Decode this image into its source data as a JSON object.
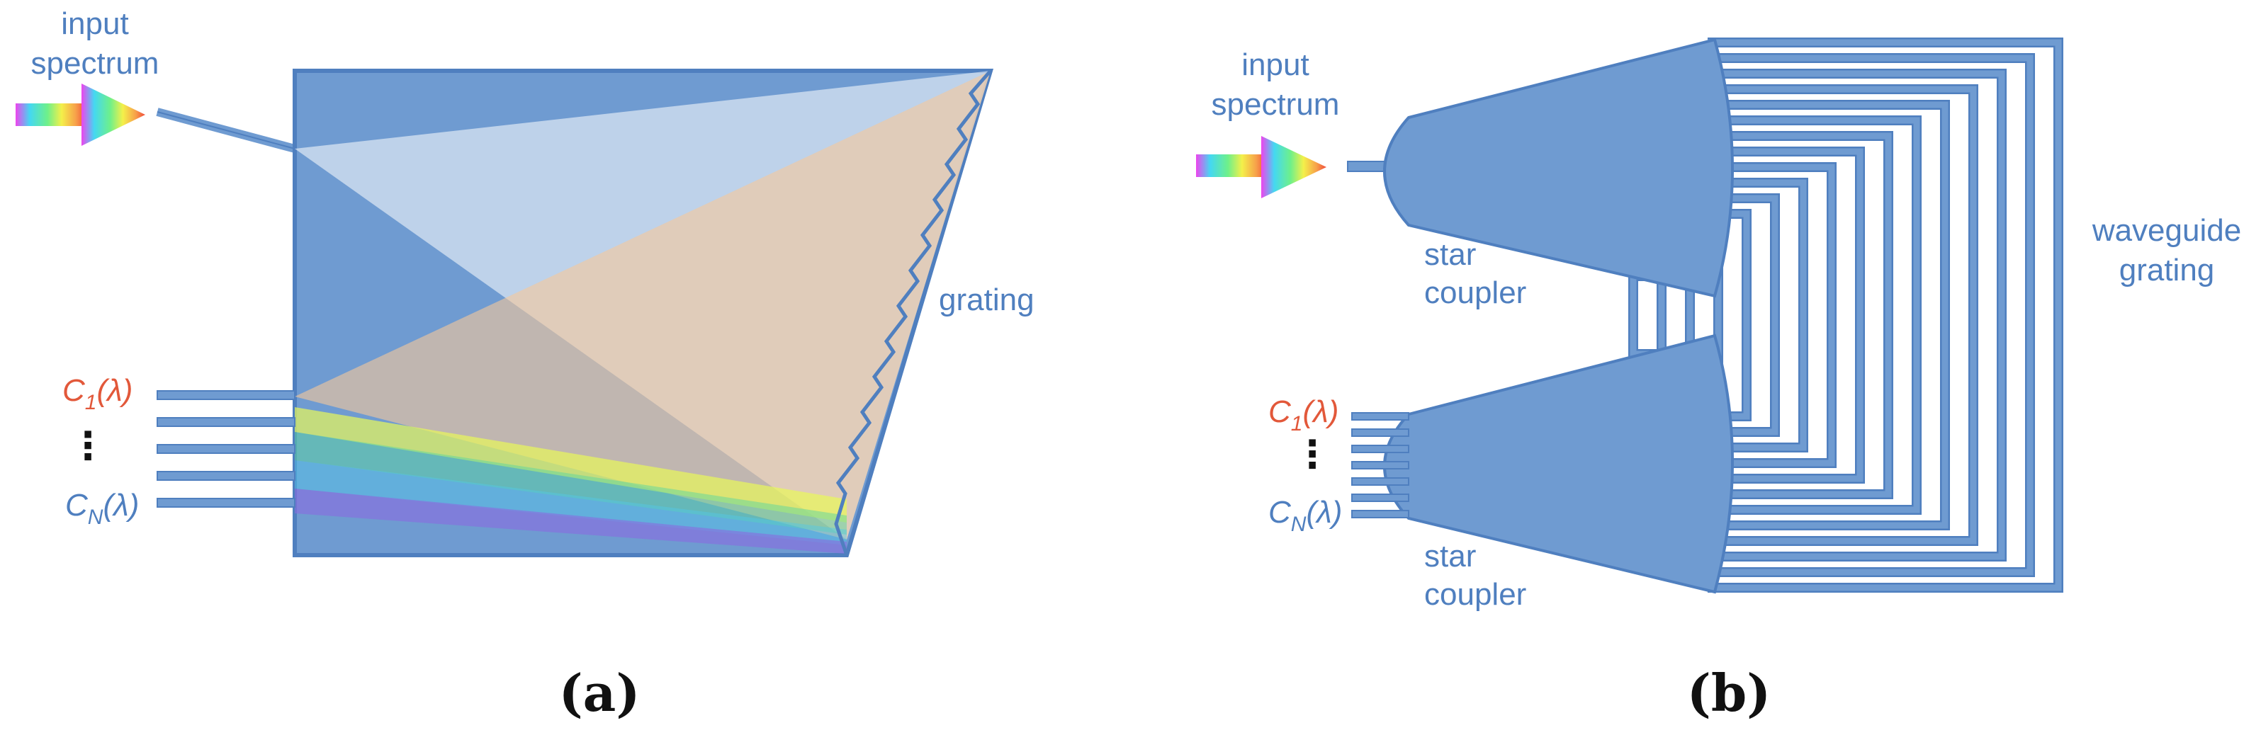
{
  "panel_a": {
    "input_label_line1": "input",
    "input_label_line2": "spectrum",
    "grating_label": "grating",
    "ch1_main": "C",
    "ch1_sub": "1",
    "ch1_arg": "(λ)",
    "chN_main": "C",
    "chN_sub": "N",
    "chN_arg": "(λ)",
    "ellipsis": "⋮",
    "caption": "(a)"
  },
  "panel_b": {
    "input_label_line1": "input",
    "input_label_line2": "spectrum",
    "coupler_top_line1": "star",
    "coupler_top_line2": "coupler",
    "coupler_bottom_line1": "star",
    "coupler_bottom_line2": "coupler",
    "grating_line1": "waveguide",
    "grating_line2": "grating",
    "ch1_main": "C",
    "ch1_sub": "1",
    "ch1_arg": "(λ)",
    "chN_main": "C",
    "chN_sub": "N",
    "chN_arg": "(λ)",
    "ellipsis": "⋮",
    "caption": "(b)"
  },
  "colors": {
    "waveguide_blue": "#6f9bd1",
    "outline_blue": "#4f7fbf",
    "label_blue": "#4f7fbf",
    "channel_orange": "#e2583a"
  }
}
